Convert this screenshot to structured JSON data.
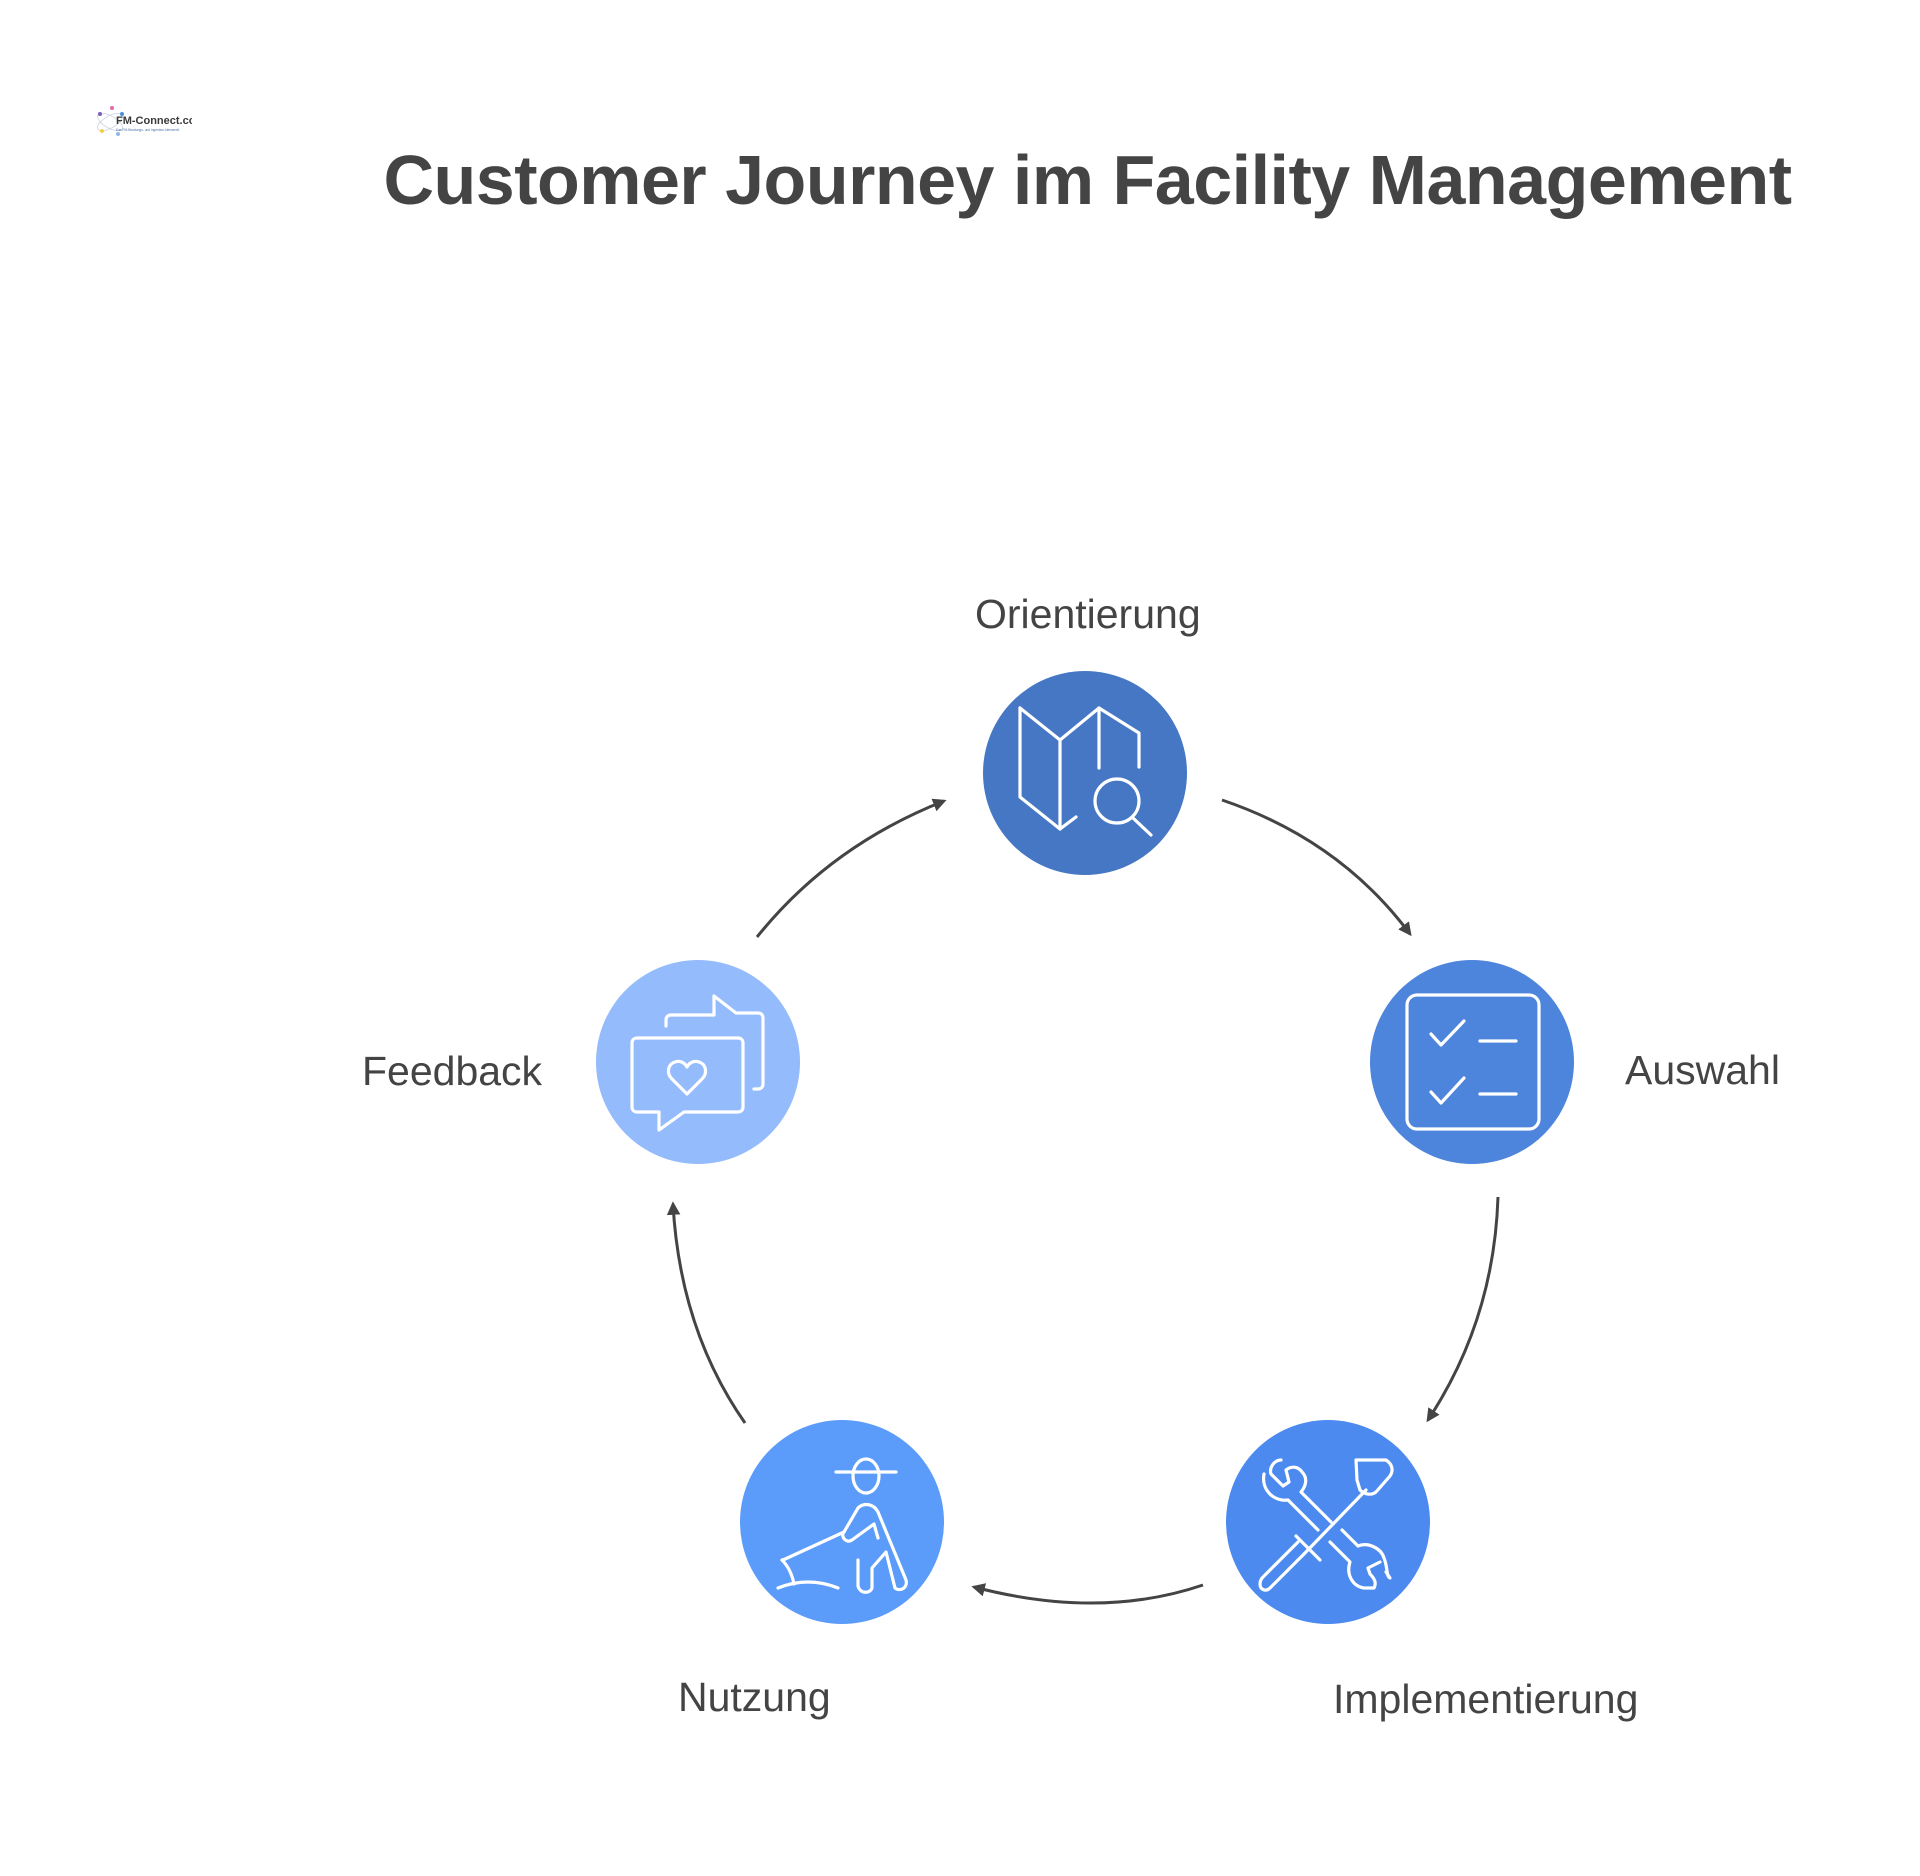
{
  "logo": {
    "brand": "FM-Connect.com",
    "tagline": "Das FM-Beratungs- und Ingenieur-Netzwerk!",
    "icon": "network-atom-logo"
  },
  "title": "Customer Journey im Facility Management",
  "cycle": {
    "direction": "clockwise",
    "arrow_color": "#444444",
    "steps": [
      {
        "id": "orientierung",
        "label": "Orientierung",
        "icon": "map-search-icon",
        "color": "#4677C5"
      },
      {
        "id": "auswahl",
        "label": "Auswahl",
        "icon": "checklist-icon",
        "color": "#4D84DC"
      },
      {
        "id": "implementierung",
        "label": "Implementierung",
        "icon": "tools-wrench-screwdriver-icon",
        "color": "#4C8AF0"
      },
      {
        "id": "nutzung",
        "label": "Nutzung",
        "icon": "worker-using-icon",
        "color": "#5B9BFA"
      },
      {
        "id": "feedback",
        "label": "Feedback",
        "icon": "chat-heart-icon",
        "color": "#94BBFC"
      }
    ],
    "connections": [
      {
        "from": "orientierung",
        "to": "auswahl"
      },
      {
        "from": "auswahl",
        "to": "implementierung"
      },
      {
        "from": "implementierung",
        "to": "nutzung"
      },
      {
        "from": "nutzung",
        "to": "feedback"
      },
      {
        "from": "feedback",
        "to": "orientierung"
      }
    ]
  }
}
